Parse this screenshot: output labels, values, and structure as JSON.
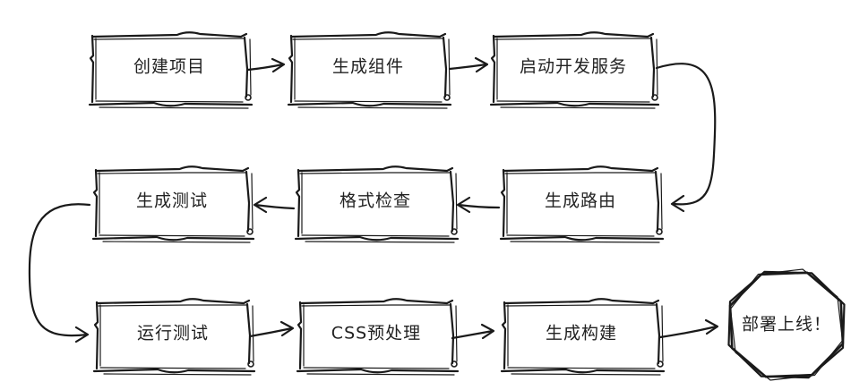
{
  "diagram": {
    "type": "flowchart",
    "nodes": [
      {
        "id": "create-project",
        "label": "创建项目"
      },
      {
        "id": "generate-component",
        "label": "生成组件"
      },
      {
        "id": "start-dev-server",
        "label": "启动开发服务"
      },
      {
        "id": "generate-route",
        "label": "生成路由"
      },
      {
        "id": "format-check",
        "label": "格式检查"
      },
      {
        "id": "generate-test",
        "label": "生成测试"
      },
      {
        "id": "run-test",
        "label": "运行测试"
      },
      {
        "id": "css-preprocess",
        "label": "CSS预处理"
      },
      {
        "id": "generate-build",
        "label": "生成构建"
      },
      {
        "id": "deploy",
        "label": "部署上线！"
      }
    ],
    "edges": [
      {
        "from": "create-project",
        "to": "generate-component"
      },
      {
        "from": "generate-component",
        "to": "start-dev-server"
      },
      {
        "from": "start-dev-server",
        "to": "generate-route"
      },
      {
        "from": "generate-route",
        "to": "format-check"
      },
      {
        "from": "format-check",
        "to": "generate-test"
      },
      {
        "from": "generate-test",
        "to": "run-test"
      },
      {
        "from": "run-test",
        "to": "css-preprocess"
      },
      {
        "from": "css-preprocess",
        "to": "generate-build"
      },
      {
        "from": "generate-build",
        "to": "deploy"
      }
    ]
  }
}
